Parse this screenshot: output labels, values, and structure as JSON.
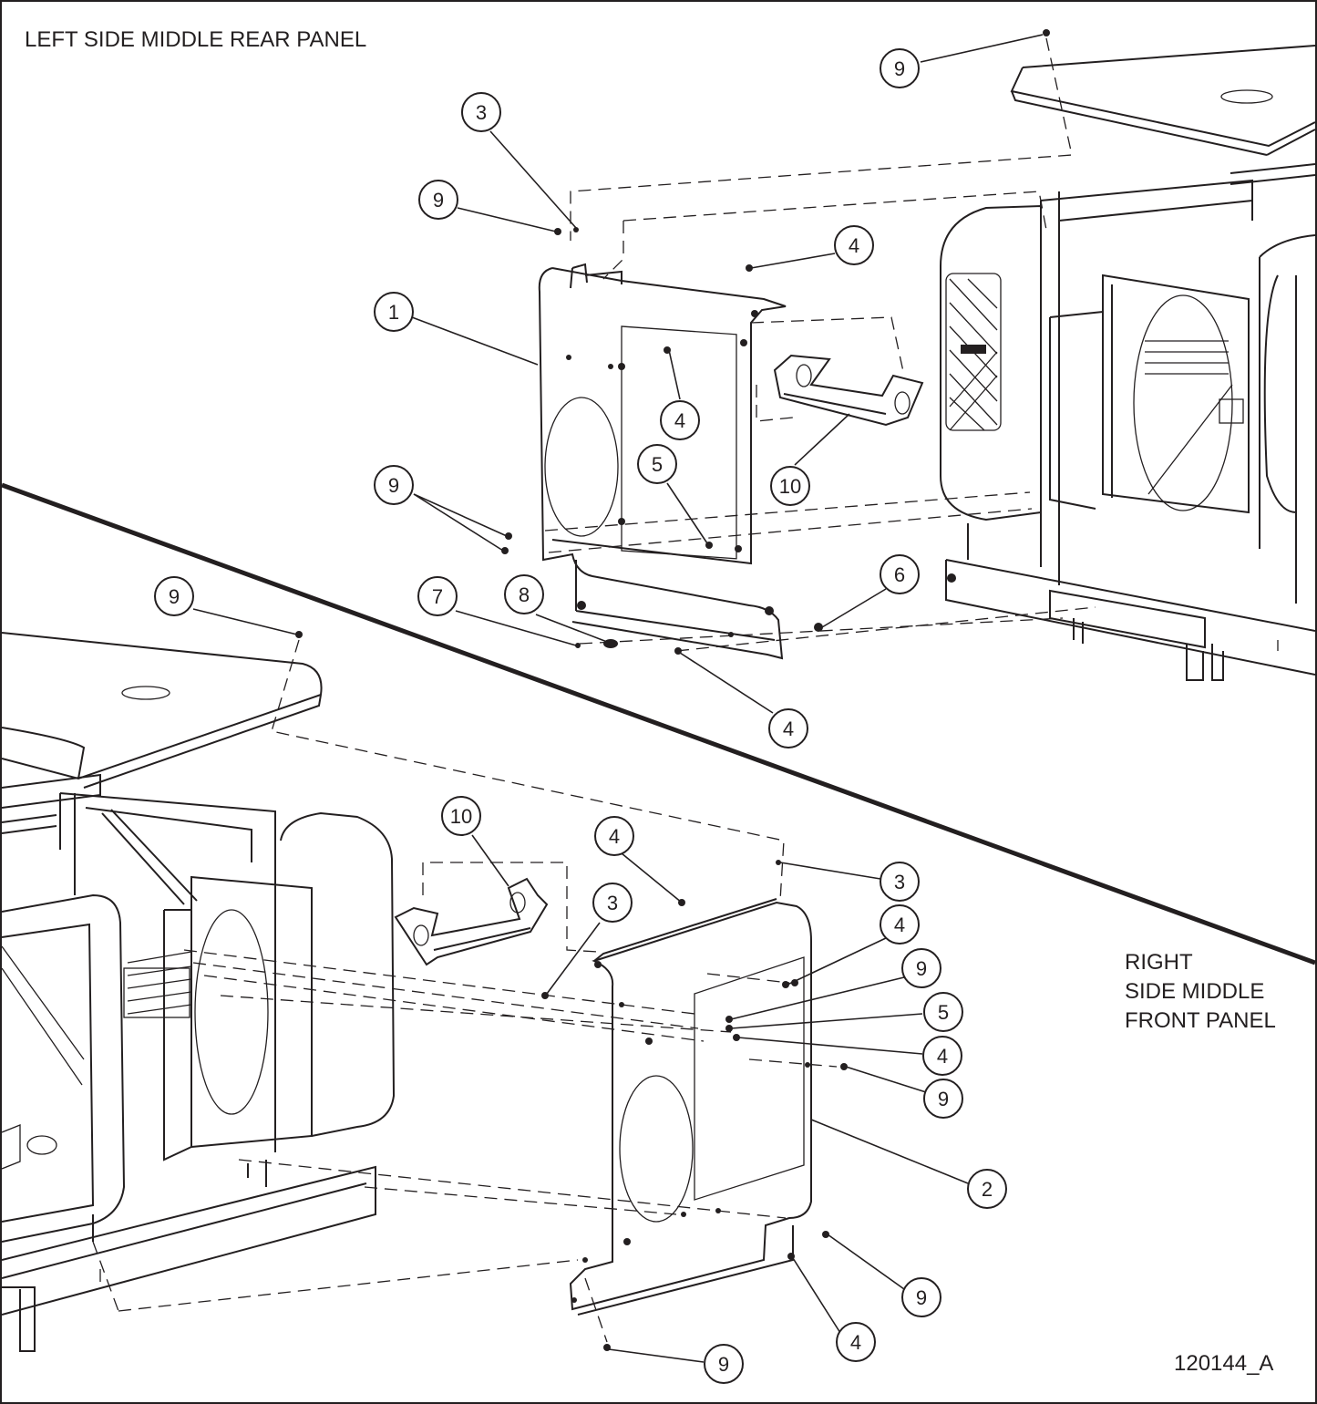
{
  "titles": {
    "left_panel": "LEFT SIDE MIDDLE REAR PANEL",
    "right_panel_lines": [
      "RIGHT",
      "SIDE MIDDLE",
      "FRONT PANEL"
    ]
  },
  "drawing_number": "120144_A",
  "callouts": [
    {
      "id": "callout-9-top-right",
      "label": "9"
    },
    {
      "id": "callout-3-rear-top",
      "label": "3"
    },
    {
      "id": "callout-9-rear-top",
      "label": "9"
    },
    {
      "id": "callout-4-rear-top",
      "label": "4"
    },
    {
      "id": "callout-1",
      "label": "1"
    },
    {
      "id": "callout-4-rear-window",
      "label": "4"
    },
    {
      "id": "callout-5-rear",
      "label": "5"
    },
    {
      "id": "callout-10-rear",
      "label": "10"
    },
    {
      "id": "callout-9-rear-left",
      "label": "9"
    },
    {
      "id": "callout-6",
      "label": "6"
    },
    {
      "id": "callout-7",
      "label": "7"
    },
    {
      "id": "callout-8",
      "label": "8"
    },
    {
      "id": "callout-4-rear-bottom",
      "label": "4"
    },
    {
      "id": "callout-9-front-top-left",
      "label": "9"
    },
    {
      "id": "callout-10-front",
      "label": "10"
    },
    {
      "id": "callout-4-front-top",
      "label": "4"
    },
    {
      "id": "callout-3-front-inner",
      "label": "3"
    },
    {
      "id": "callout-3-front-top",
      "label": "3"
    },
    {
      "id": "callout-4-front-right-1",
      "label": "4"
    },
    {
      "id": "callout-9-front-right-1",
      "label": "9"
    },
    {
      "id": "callout-5-front",
      "label": "5"
    },
    {
      "id": "callout-4-front-right-2",
      "label": "4"
    },
    {
      "id": "callout-9-front-right-2",
      "label": "9"
    },
    {
      "id": "callout-2",
      "label": "2"
    },
    {
      "id": "callout-9-front-bottom-right",
      "label": "9"
    },
    {
      "id": "callout-4-front-bottom",
      "label": "4"
    },
    {
      "id": "callout-9-front-bottom",
      "label": "9"
    }
  ]
}
